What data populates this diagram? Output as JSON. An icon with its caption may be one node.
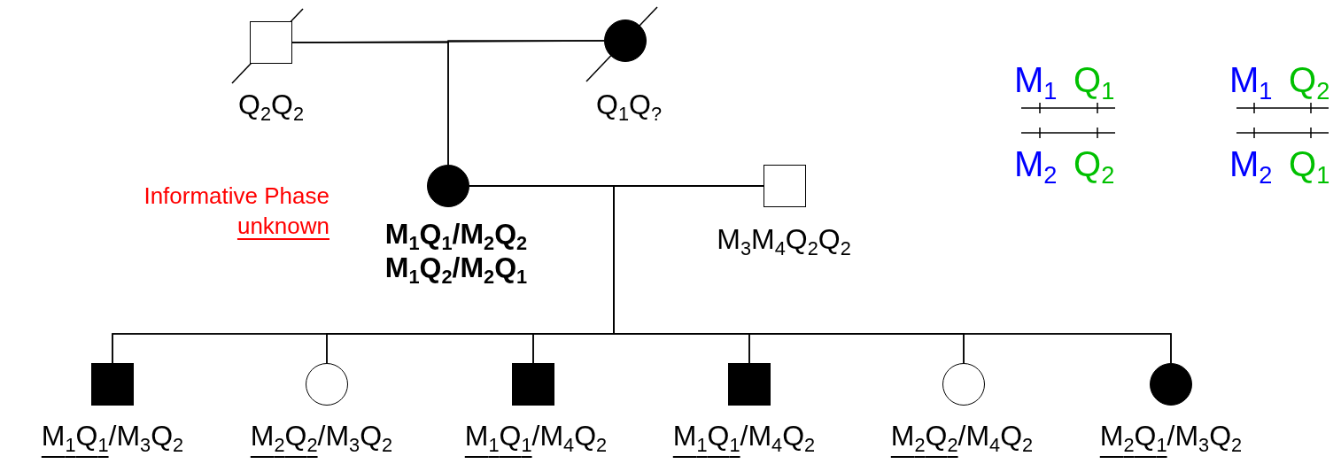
{
  "diagram": {
    "nodes": [
      {
        "text": [],
        "shape": "box",
        "beside": [
          "Q$_{2}$Q$_{2}$"
        ]
      },
      {
        "text": [],
        "shape": "circle",
        "beside": [
          "Q$_{1}$Q$_{?}$"
        ]
      },
      {
        "text": [],
        "shape": "circle",
        "beside": [
          "M$_{1}$Q$_{1}$/M$_{2}$Q$_{2}$",
          "M$_{1}$Q$_{2}$/M$_{2}$Q$_{1}$"
        ]
      },
      {
        "text": [],
        "shape": "box",
        "beside": [
          "M$_{3}$M$_{4}$Q$_{2}$Q$_{2}$"
        ]
      },
      {
        "text": [],
        "shape": "box",
        "beside": [
          "M$_{1}$Q$_{1}$/M$_{3}$Q$_{2}$"
        ]
      },
      {
        "text": [],
        "shape": "circle",
        "beside": [
          "M$_{2}$Q$_{2}$/M$_{3}$Q$_{2}$"
        ]
      },
      {
        "text": [],
        "shape": "box",
        "beside": [
          "M$_{1}$Q$_{1}$/M$_{4}$Q$_{2}$"
        ]
      },
      {
        "text": [],
        "shape": "box",
        "beside": [
          "M$_{1}$Q$_{1}$/M$_{4}$Q$_{2}$"
        ]
      },
      {
        "text": [],
        "shape": "circle",
        "beside": [
          "M$_{2}$Q$_{2}$/M$_{4}$Q$_{2}$"
        ]
      },
      {
        "text": [],
        "shape": "circle",
        "beside": [
          "M$_{2}$Q$_{1}$/M$_{3}$Q$_{2}$"
        ]
      }
    ],
    "edges": [
      {
        "from": 0,
        "to": 1,
        "arrow": "none"
      },
      {
        "from": 0,
        "to": 2,
        "arrow": "none"
      },
      {
        "from": 1,
        "to": 2,
        "arrow": "none"
      },
      {
        "from": 2,
        "to": 3,
        "arrow": "none"
      },
      {
        "from": 2,
        "to": 4,
        "arrow": "none"
      },
      {
        "from": 3,
        "to": 4,
        "arrow": "none"
      },
      {
        "from": 2,
        "to": 5,
        "arrow": "none"
      },
      {
        "from": 3,
        "to": 5,
        "arrow": "none"
      },
      {
        "from": 2,
        "to": 6,
        "arrow": "none"
      },
      {
        "from": 3,
        "to": 6,
        "arrow": "none"
      },
      {
        "from": 2,
        "to": 7,
        "arrow": "none"
      },
      {
        "from": 3,
        "to": 7,
        "arrow": "none"
      },
      {
        "from": 2,
        "to": 8,
        "arrow": "none"
      },
      {
        "from": 3,
        "to": 8,
        "arrow": "none"
      },
      {
        "from": 2,
        "to": 9,
        "arrow": "none"
      },
      {
        "from": 3,
        "to": 9,
        "arrow": "none"
      }
    ],
    "labels": [
      "M$_{1}$",
      "Q$_{1}$",
      "M$_{1}$",
      "Q$_{2}$",
      "M$_{2}$",
      "Q$_{2}$",
      "M$_{2}$",
      "Q$_{1}$",
      "Informative Phase unknown"
    ]
  }
}
